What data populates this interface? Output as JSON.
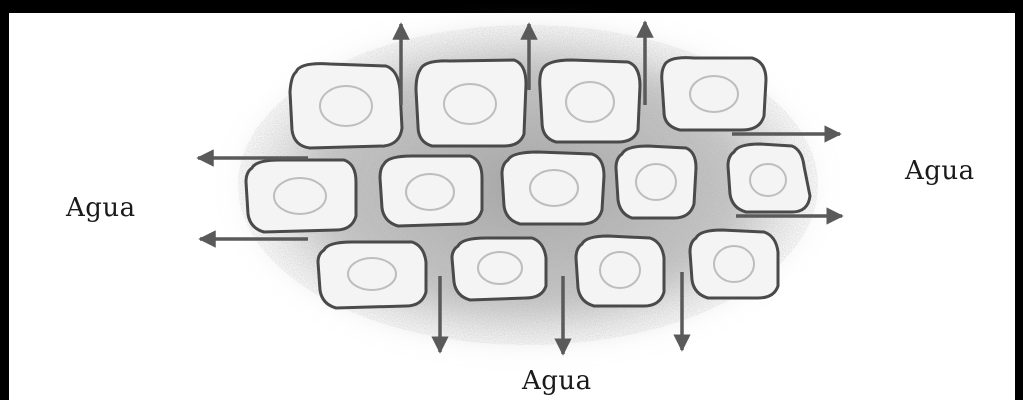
{
  "diagram": {
    "labels": {
      "left": "Agua",
      "right": "Agua",
      "bottom": "Agua"
    },
    "colors": {
      "frame": "#000000",
      "cell_fill": "#f4f4f4",
      "cell_outline": "#4a4a4a",
      "halo": "#7a7a7a",
      "arrow": "#5a5a5a"
    }
  }
}
